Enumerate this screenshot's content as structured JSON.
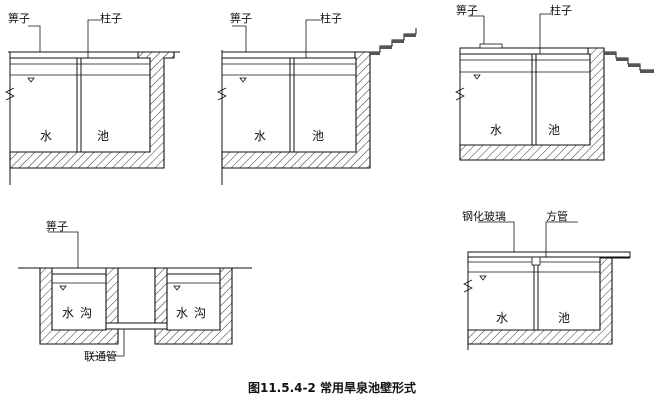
{
  "labels": {
    "grate": "箅子",
    "column": "柱子",
    "water": "水",
    "pool": "池",
    "ditch": "沟",
    "connecting_pipe": "联通管",
    "tempered_glass": "钢化玻璃",
    "square_tube": "方管"
  },
  "caption": "图11.5.4-2 常用旱泉池壁形式"
}
